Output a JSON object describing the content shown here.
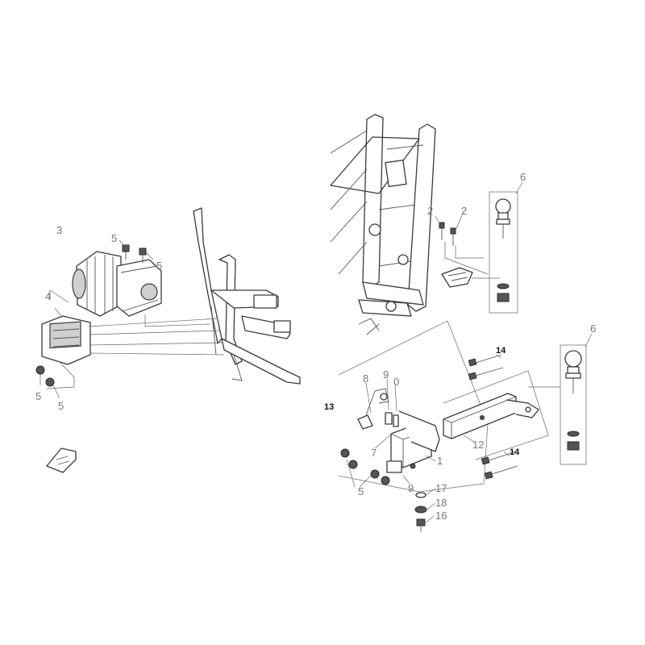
{
  "labels": {
    "l3": "3",
    "l4": "4",
    "l5a": "5",
    "l5b": "5",
    "l5c": "5",
    "l5d": "5",
    "l5e": "5",
    "l2a": "2",
    "l2b": "2",
    "l6a": "6",
    "l6b": "6",
    "l14a": "14",
    "l14b": "14",
    "l13": "13",
    "l8": "8",
    "l9a": "9",
    "l10a": "0",
    "l7": "7",
    "l1": "1",
    "l9b": "9",
    "l12": "12",
    "l17": "17",
    "l18": "18",
    "l16": "16"
  }
}
